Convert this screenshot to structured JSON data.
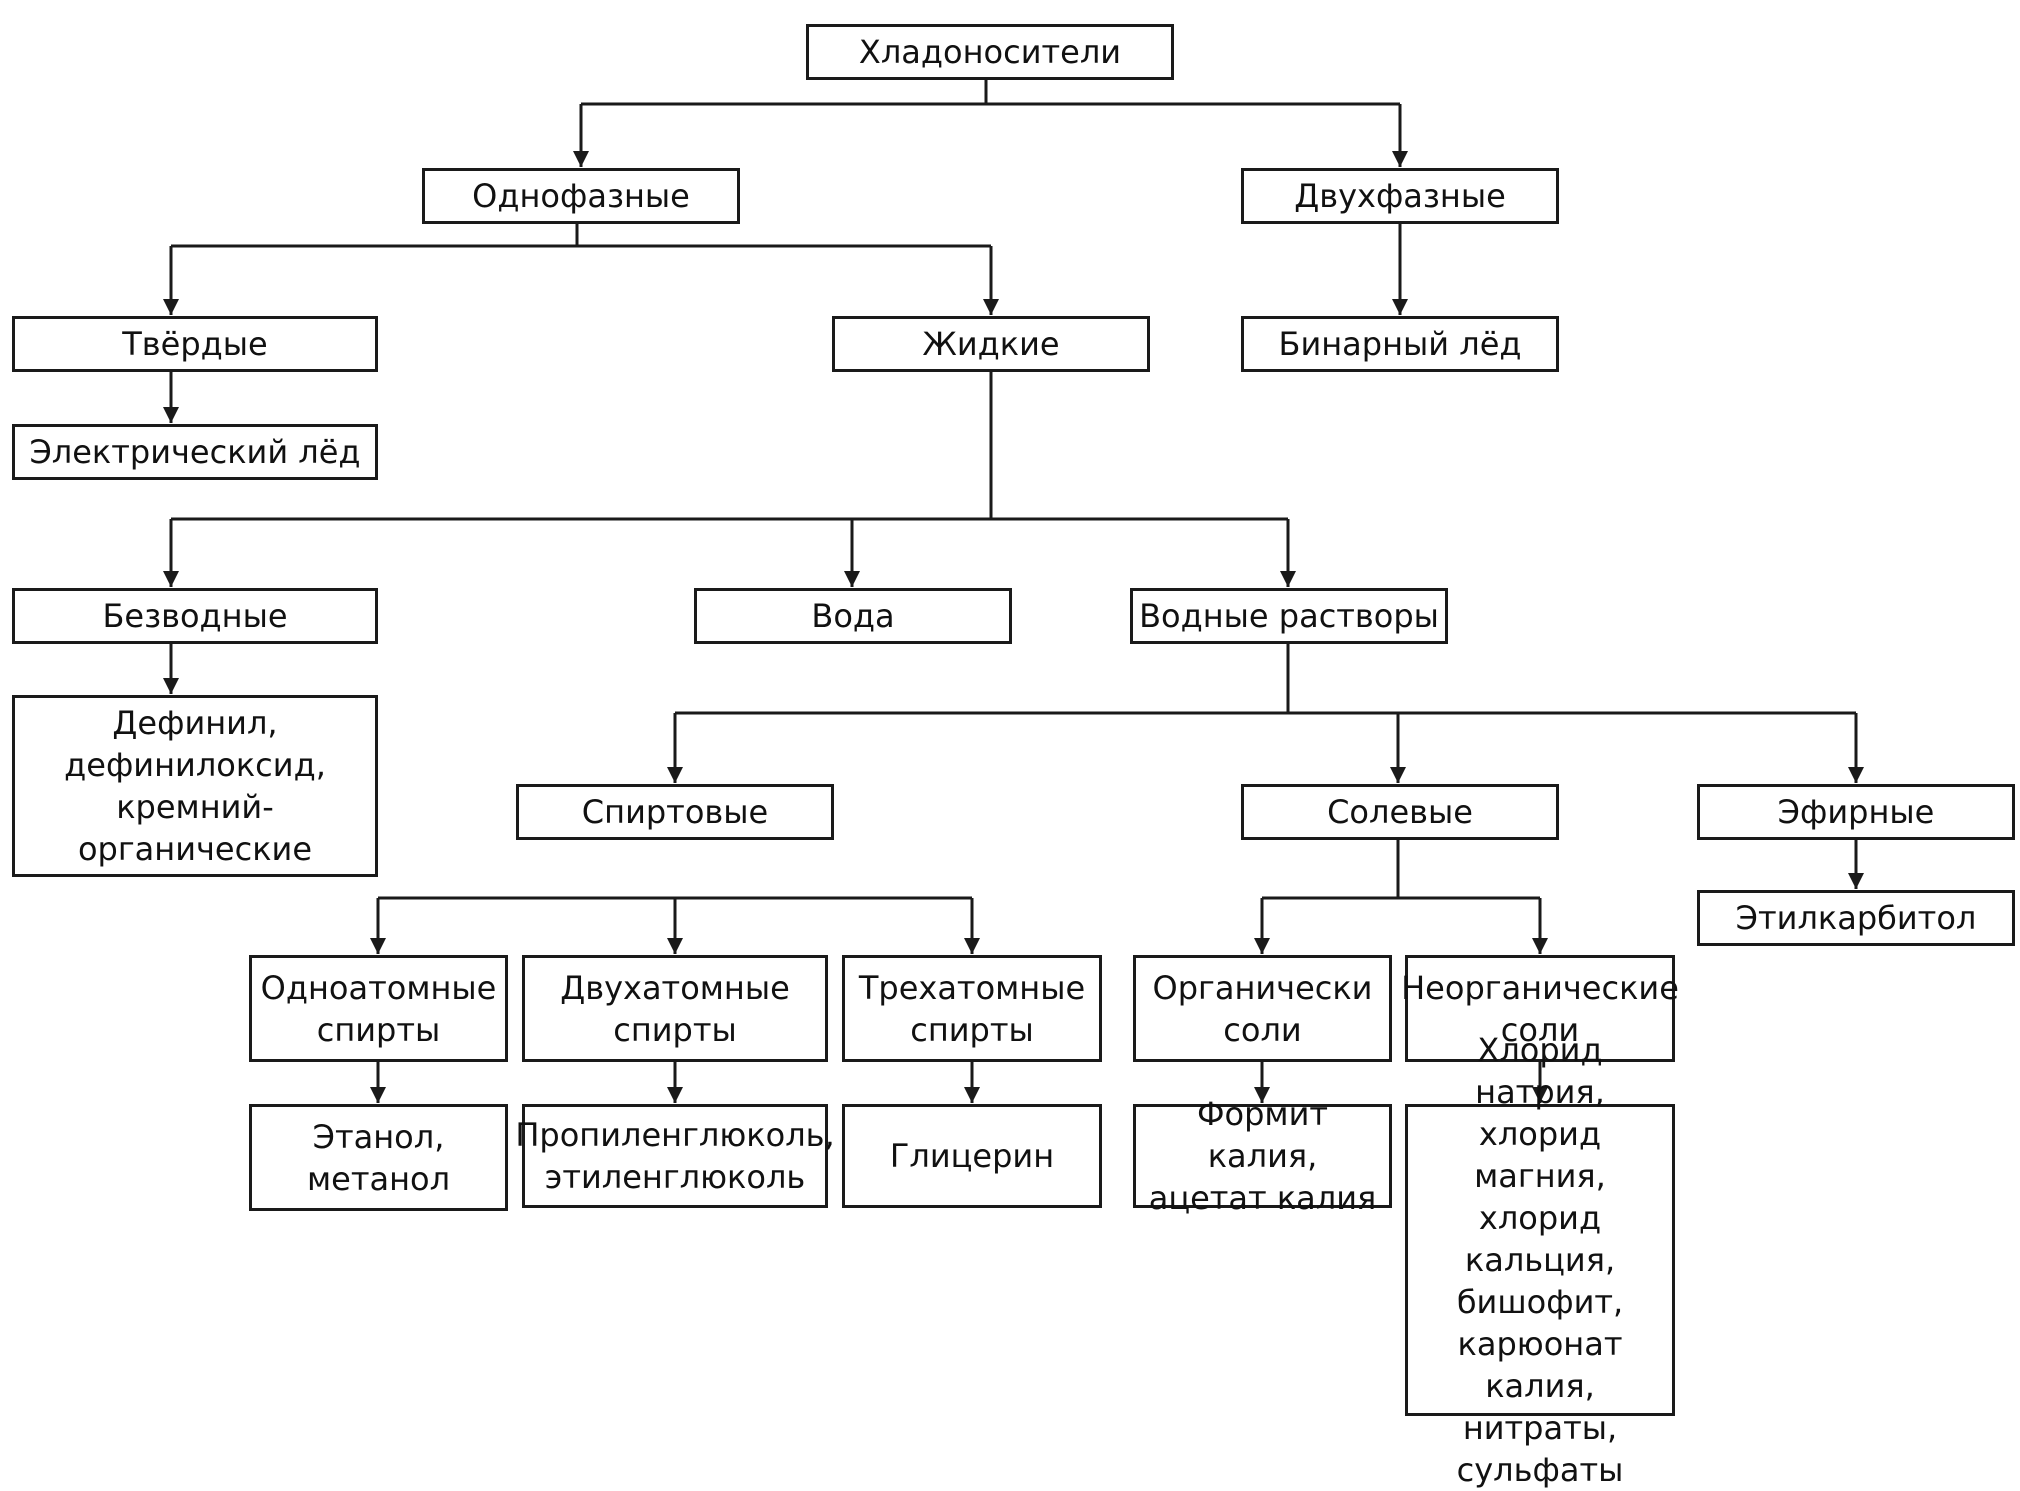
{
  "nodes": {
    "root": "Хладоносители",
    "single": "Однофазные",
    "two": "Двухфазные",
    "solid": "Твёрдые",
    "liquid": "Жидкие",
    "binary_ice": "Бинарный лёд",
    "electric_ice": "Электрический лёд",
    "anhydrous": "Безводные",
    "water": "Вода",
    "aqueous": "Водные растворы",
    "anhydrous_list": "Дефинил,\nдефинилоксид,\nкремний-\nорганические",
    "alcohol": "Спиртовые",
    "salt": "Солевые",
    "ether": "Эфирные",
    "ethylcarbitol": "Этилкарбитол",
    "monohydric": "Одноатомные\nспирты",
    "dihydric": "Двухатомные\nспирты",
    "trihydric": "Трехатомные\nспирты",
    "organic_salts": "Органически\nсоли",
    "inorganic_salts": "Неорганические\nсоли",
    "ethanol": "Этанол,\nметанол",
    "glycols": "Пропиленглюколь,\nэтиленглюколь",
    "glycerin": "Глицерин",
    "potassium": "Формит калия,\nацетат калия",
    "chlorides": "Хлорид натрия,\nхлорид магния,\nхлорид кальция,\nбишофит,\nкарюонат\nкалия, нитраты,\nсульфаты"
  }
}
